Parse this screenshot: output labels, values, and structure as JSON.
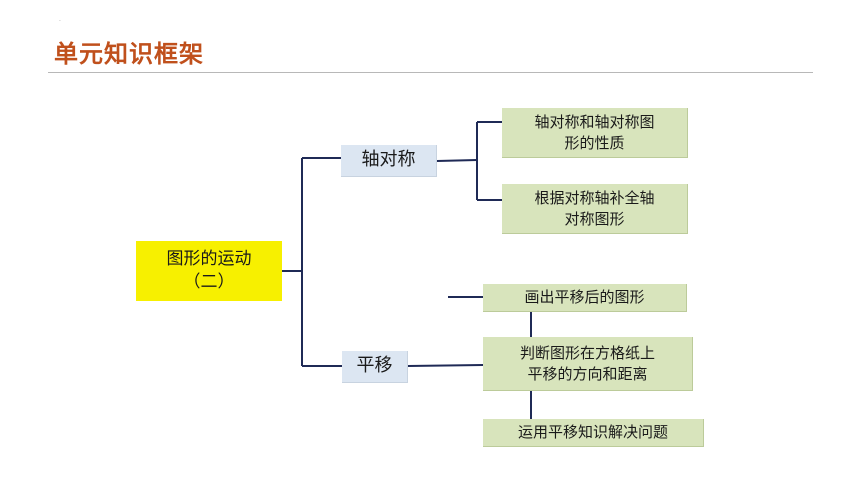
{
  "header": {
    "title": "单元知识框架"
  },
  "diagram": {
    "root": {
      "line1": "图形的运动",
      "line2": "（二）"
    },
    "branches": [
      {
        "label": "轴对称",
        "children": [
          {
            "line1": "轴对称和轴对称图",
            "line2": "形的性质"
          },
          {
            "line1": "根据对称轴补全轴",
            "line2": "对称图形"
          }
        ]
      },
      {
        "label": "平移",
        "children": [
          {
            "line1": "画出平移后的图形"
          },
          {
            "line1": "判断图形在方格纸上",
            "line2": "平移的方向和距离"
          },
          {
            "line1": "运用平移知识解决问题"
          }
        ]
      }
    ]
  },
  "colors": {
    "title": "#c0501c",
    "root_fill": "#f7f000",
    "branch_fill": "#dce6f2",
    "leaf_fill": "#d8e4bc",
    "connector": "#1f2a56"
  }
}
